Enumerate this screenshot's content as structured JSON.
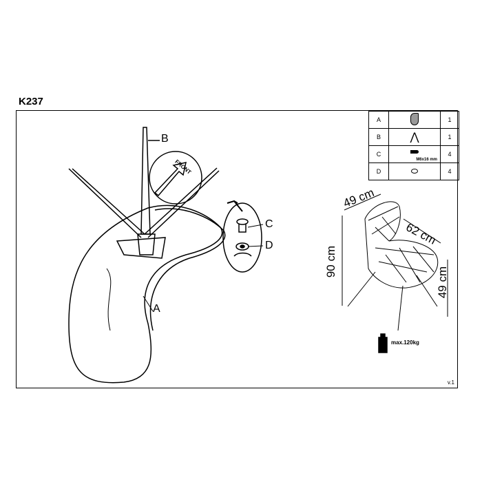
{
  "title": "K237",
  "parts": [
    {
      "letter": "A",
      "icon": "seat-shell-icon",
      "qty": "1"
    },
    {
      "letter": "B",
      "icon": "chair-base-icon",
      "qty": "1"
    },
    {
      "letter": "C",
      "icon": "bolt-icon",
      "spec": "M6x16 mm",
      "qty": "4"
    },
    {
      "letter": "D",
      "icon": "washer-icon",
      "qty": "4"
    }
  ],
  "callouts": {
    "a": "A",
    "b": "B",
    "c": "C",
    "d": "D",
    "front": "FRONT"
  },
  "dimensions": {
    "width": "49 cm",
    "depth": "62 cm",
    "height": "90 cm",
    "seat_height": "49 cm"
  },
  "max_load": "max.120kg",
  "version": "v.1"
}
